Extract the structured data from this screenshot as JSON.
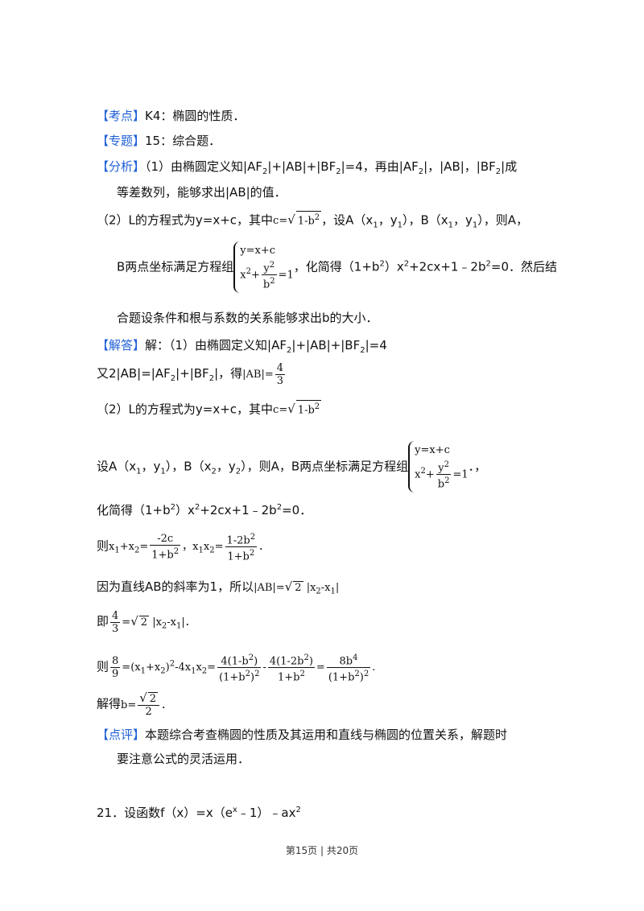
{
  "tags": {
    "kaodian": "【考点】",
    "zhuanti": "【专题】",
    "fenxi": "【分析】",
    "jieda": "【解答】",
    "dianping": "【点评】"
  },
  "kaodian_text": "K4：椭圆的性质．",
  "zhuanti_text": "15：综合题．",
  "fenxi": {
    "l1_a": "（1）由椭圆定义知|AF",
    "l1_b": "|+|AB|+|BF",
    "l1_c": "|=4，再由|AF",
    "l1_d": "|，|AB|，|BF",
    "l1_e": "|成",
    "l2": "等差数列，能够求出|AB|的值．",
    "l3_a": "（2）L的方程式为y=x+c，其中",
    "l3_b": "，设A（x",
    "l3_c": "，y",
    "l3_d": "），B（x",
    "l3_e": "，y",
    "l3_f": "），则A，",
    "l4_a": "B两点坐标满足方程组",
    "l4_b": "，化简得（1+b",
    "l4_c": "）x",
    "l4_d": "+2cx+1﹣2b",
    "l4_e": "=0．然后结",
    "l5": "合题设条件和根与系数的关系能够求出b的大小．"
  },
  "jieda": {
    "l1_a": "解：（1）由椭圆定义知|AF",
    "l1_b": "|+|AB|+|BF",
    "l1_c": "|=4",
    "l2_a": "又2|AB|=|AF",
    "l2_b": "|+|BF",
    "l2_c": "|，得",
    "l3": "（2）L的方程式为y=x+c，其中",
    "l4_a": "设A（x",
    "l4_b": "，y",
    "l4_c": "），B（x",
    "l4_d": "，y",
    "l4_e": "），则A，B两点坐标满足方程组",
    "l4_f": "．，",
    "l5_a": "化简得（1+b",
    "l5_b": "）x",
    "l5_c": "+2cx+1﹣2b",
    "l5_d": "=0．",
    "l6": "则",
    "l7_a": "因为直线AB的斜率为1，所以",
    "l8": "即",
    "l9": "则",
    "l10": "解得"
  },
  "math": {
    "two": "2",
    "one": "1",
    "c_eq": "c=",
    "one_minus_b2": "1-b",
    "y_eq": "y=x+c",
    "x2": "x",
    "plus": "+",
    "y2": "y",
    "b2": "b",
    "eq1": "=1",
    "abs_ab": "|AB|=",
    "four": "4",
    "three": "3",
    "x1_plus_x2": "x",
    "eq": "=",
    "neg2c": "-2c",
    "one_plus_b2": "1+b",
    "x1x2": "x",
    "one_minus_2b2": "1-2b",
    "sqrt2": "2",
    "abs_diff": "|x",
    "minus": "-x",
    "bar": "|",
    "eight": "8",
    "nine": "9",
    "paren_sum": "(x",
    "minus4": "-4x",
    "num1": "4(1-b",
    "num1_end": ")",
    "den1": "(1+b",
    "minus_frac": "-",
    "num2": "4(1-2b",
    "num2_end": ")",
    "eight_b4": "8b",
    "period": ".",
    "b_eq": "b=",
    "comma": "，",
    "dot_end": "．"
  },
  "dianping_l1": "本题综合考查椭圆的性质及其运用和直线与椭圆的位置关系，解题时",
  "dianping_l2": "要注意公式的灵活运用．",
  "q21_a": "21．设函数f（x）=x（e",
  "q21_sup": "x",
  "q21_b": "﹣1）﹣ax",
  "q21_sup2": "2",
  "footer": "第15页 | 共20页",
  "colors": {
    "tag": "#1f5fd6",
    "text": "#111111"
  }
}
